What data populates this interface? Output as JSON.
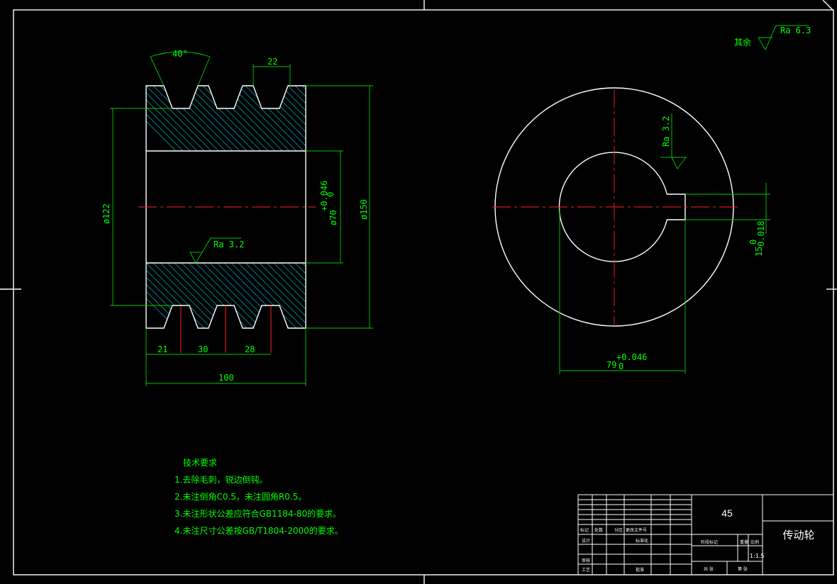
{
  "colors": {
    "background": "#000000",
    "outline": "#ffffff",
    "dimension": "#00ff00",
    "centerline": "#ff2020",
    "hatch": "#00b0c0"
  },
  "section_view": {
    "groove_angle": "40°",
    "groove_width": "22",
    "dia_122": "ø122",
    "dia_150": "ø150",
    "bore_dia": "ø70",
    "bore_tol_upper": "+0.046",
    "bore_tol_lower": "0",
    "roughness_bore": "Ra 3.2",
    "dim_21": "21",
    "dim_30": "30",
    "dim_28": "28",
    "dim_100": "100"
  },
  "end_view": {
    "roughness_keyway": "Ra 3.2",
    "keyway_depth": "79",
    "keyway_depth_tol_upper": "+0.046",
    "keyway_depth_tol_lower": "0",
    "keyway_width": "15",
    "keyway_width_tol_upper": "0",
    "keyway_width_tol_lower": "-0.018"
  },
  "general_roughness": {
    "label": "其余",
    "value": "Ra 6.3"
  },
  "tech_notes": {
    "title": "技术要求",
    "items": [
      "1.去除毛刺，锐边倒钝。",
      "2.未注倒角C0.5，未注圆角R0.5。",
      "3.未注形状公差应符合GB1184-80的要求。",
      "4.未注尺寸公差按GB/T1804-2000的要求。"
    ]
  },
  "title_block": {
    "material": "45",
    "part_name": "传动轮",
    "scale": "1:1.5",
    "small_labels": [
      "标记",
      "处数",
      "分区",
      "更改文件号",
      "设计",
      "标准化",
      "审核",
      "工艺",
      "批准",
      "阶段标记",
      "重量",
      "比例",
      "共 张",
      "第 张"
    ]
  }
}
